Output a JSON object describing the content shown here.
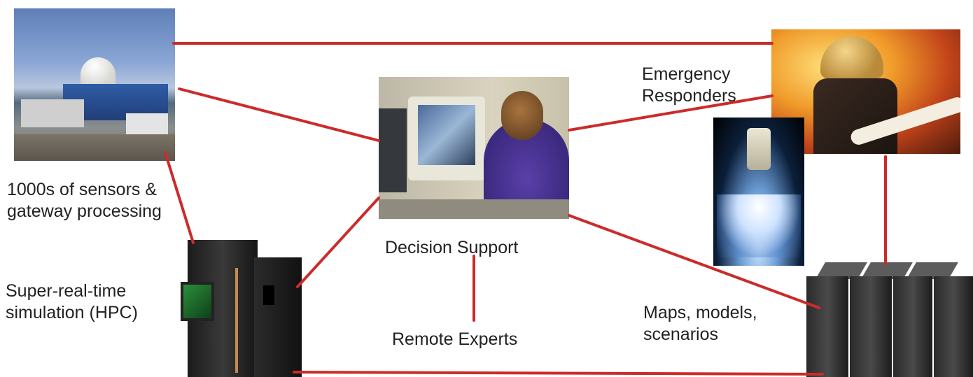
{
  "labels": {
    "sensors": "1000s of sensors &\ngateway processing",
    "decision_support": "Decision Support",
    "emergency_responders": "Emergency\nResponders",
    "super_real_time": "Super-real-time\nsimulation (HPC)",
    "remote_experts": "Remote Experts",
    "maps_models": "Maps, models,\nscenarios"
  },
  "colors": {
    "link": "#cc2b2b"
  }
}
